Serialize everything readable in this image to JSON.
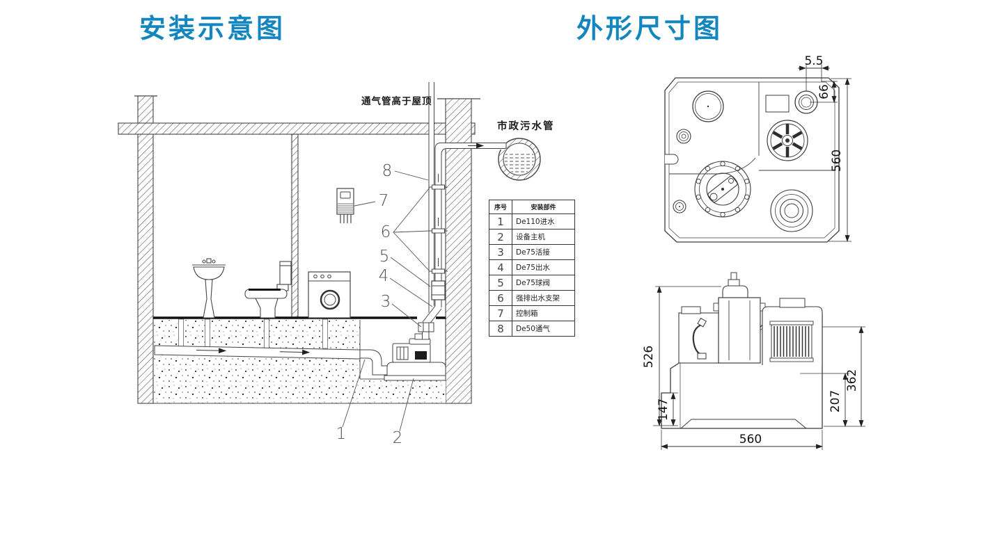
{
  "titles": {
    "installation": "安装示意图",
    "dimensions": "外形尺寸图",
    "accent_color": "#1386bf"
  },
  "installation_diagram": {
    "vent_note": "通气管高于屋顶",
    "sewer_label": "市政污水管",
    "callouts": {
      "n1": "1",
      "n2": "2",
      "n3": "3",
      "n4": "4",
      "n5": "5",
      "n6": "6",
      "n7": "7",
      "n8": "8"
    }
  },
  "parts_table": {
    "header": {
      "no": "序号",
      "part": "安装部件"
    },
    "rows": [
      {
        "no": "1",
        "part": "De110进水"
      },
      {
        "no": "2",
        "part": "设备主机"
      },
      {
        "no": "3",
        "part": "De75活接"
      },
      {
        "no": "4",
        "part": "De75出水"
      },
      {
        "no": "5",
        "part": "De75球阀"
      },
      {
        "no": "6",
        "part": "强排出水支架"
      },
      {
        "no": "7",
        "part": "控制箱"
      },
      {
        "no": "8",
        "part": "De50通气"
      }
    ]
  },
  "outline_drawing": {
    "top_view": {
      "d55": "5.5",
      "d66": "66",
      "d560": "560"
    },
    "side_view": {
      "d526": "526",
      "d147": "147",
      "d560": "560",
      "d207": "207",
      "d362": "362"
    }
  }
}
